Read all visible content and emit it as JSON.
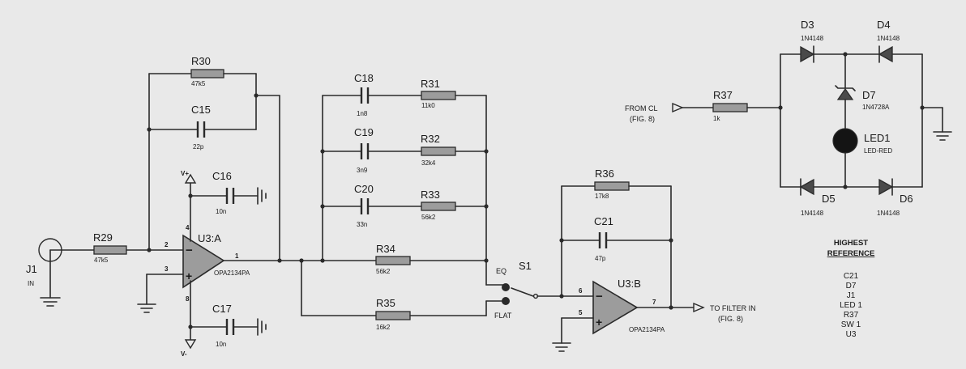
{
  "schematic": {
    "J1": {
      "ref": "J1",
      "label": "IN"
    },
    "R29": {
      "ref": "R29",
      "value": "47k5"
    },
    "R30": {
      "ref": "R30",
      "value": "47k5"
    },
    "C15": {
      "ref": "C15",
      "value": "22p"
    },
    "C16": {
      "ref": "C16",
      "value": "10n"
    },
    "C17": {
      "ref": "C17",
      "value": "10n"
    },
    "U3A": {
      "ref": "U3:A",
      "part": "OPA2134PA",
      "pins": {
        "inv": "2",
        "noninv": "3",
        "out": "1",
        "vplus": "4",
        "vminus": "8"
      }
    },
    "vplus": {
      "label": "V+"
    },
    "vminus": {
      "label": "V-"
    },
    "C18": {
      "ref": "C18",
      "value": "1n8"
    },
    "R31": {
      "ref": "R31",
      "value": "11k0"
    },
    "C19": {
      "ref": "C19",
      "value": "3n9"
    },
    "R32": {
      "ref": "R32",
      "value": "32k4"
    },
    "C20": {
      "ref": "C20",
      "value": "33n"
    },
    "R33": {
      "ref": "R33",
      "value": "56k2"
    },
    "R34": {
      "ref": "R34",
      "value": "56k2"
    },
    "R35": {
      "ref": "R35",
      "value": "16k2"
    },
    "S1": {
      "ref": "S1",
      "eq_label": "EQ",
      "flat_label": "FLAT"
    },
    "R36": {
      "ref": "R36",
      "value": "17k8"
    },
    "C21": {
      "ref": "C21",
      "value": "47p"
    },
    "U3B": {
      "ref": "U3:B",
      "part": "OPA2134PA",
      "pins": {
        "inv": "6",
        "noninv": "5",
        "out": "7"
      }
    },
    "to_filter": {
      "line1": "TO FILTER IN",
      "line2": "(FIG. 8)"
    },
    "from_cl": {
      "line1": "FROM CL",
      "line2": "(FIG. 8)"
    },
    "R37": {
      "ref": "R37",
      "value": "1k"
    },
    "D3": {
      "ref": "D3",
      "value": "1N4148"
    },
    "D4": {
      "ref": "D4",
      "value": "1N4148"
    },
    "D5": {
      "ref": "D5",
      "value": "1N4148"
    },
    "D6": {
      "ref": "D6",
      "value": "1N4148"
    },
    "D7": {
      "ref": "D7",
      "value": "1N4728A"
    },
    "LED1": {
      "ref": "LED1",
      "value": "LED-RED"
    }
  },
  "highest_reference": {
    "heading_line1": "HIGHEST",
    "heading_line2": "REFERENCE",
    "items": [
      "C21",
      "D7",
      "J1",
      "LED 1",
      "R37",
      "SW 1",
      "U3"
    ]
  }
}
